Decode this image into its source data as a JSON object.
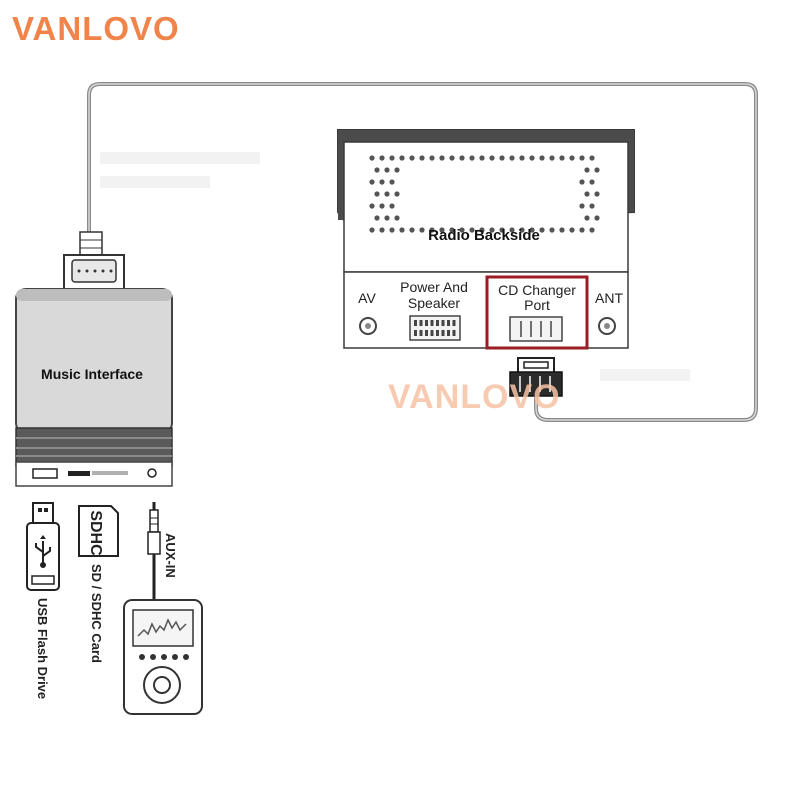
{
  "brand": {
    "name": "VANLOVO",
    "color": "#f0844a"
  },
  "watermark": {
    "text": "VANLOVO",
    "color": "#f6c3a4"
  },
  "radio": {
    "title": "Radio Backside",
    "ports": {
      "av": "AV",
      "power_line1": "Power And",
      "power_line2": "Speaker",
      "cd_line1": "CD Changer",
      "cd_line2": "Port",
      "ant": "ANT"
    },
    "highlight_color": "#9b1c24"
  },
  "interface": {
    "label": "Music Interface"
  },
  "devices": {
    "usb": "USB Flash Drive",
    "sd": "SD / SDHC Card",
    "aux": "AUX-IN"
  }
}
